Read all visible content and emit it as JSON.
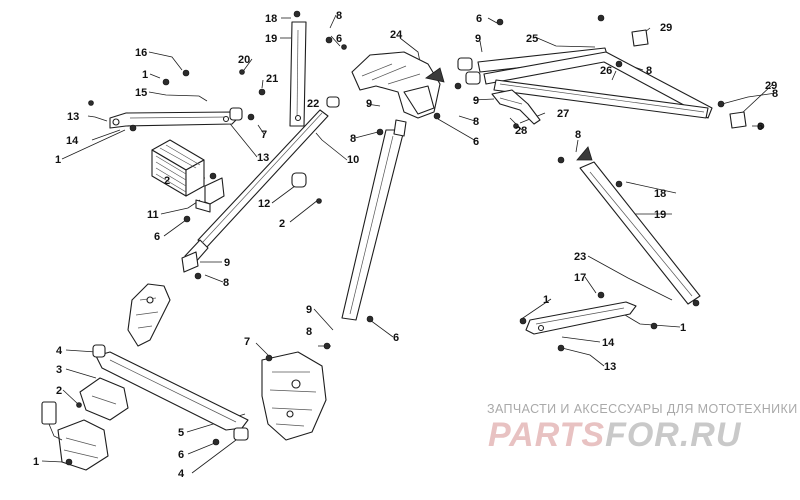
{
  "diagram": {
    "watermark_caption": "ЗАПЧАСТИ И АКСЕССУАРЫ ДЛЯ МОТОТЕХНИКИ",
    "watermark_logo_left": "PARTS",
    "watermark_logo_right": "FOR.RU",
    "callouts": [
      {
        "id": "c1",
        "text": "18"
      },
      {
        "id": "c2",
        "text": "8"
      },
      {
        "id": "c3",
        "text": "6"
      },
      {
        "id": "c4",
        "text": "29"
      },
      {
        "id": "c5",
        "text": "24"
      },
      {
        "id": "c6",
        "text": "9"
      },
      {
        "id": "c7",
        "text": "25"
      },
      {
        "id": "c8",
        "text": "19"
      },
      {
        "id": "c9",
        "text": "6"
      },
      {
        "id": "c10",
        "text": "16"
      },
      {
        "id": "c11",
        "text": "20"
      },
      {
        "id": "c12",
        "text": "1"
      },
      {
        "id": "c13",
        "text": "21"
      },
      {
        "id": "c14",
        "text": "15"
      },
      {
        "id": "c15",
        "text": "8"
      },
      {
        "id": "c16",
        "text": "26"
      },
      {
        "id": "c17",
        "text": "8"
      },
      {
        "id": "c18",
        "text": "29"
      },
      {
        "id": "c19",
        "text": "22"
      },
      {
        "id": "c20",
        "text": "9"
      },
      {
        "id": "c21",
        "text": "13"
      },
      {
        "id": "c22",
        "text": "14"
      },
      {
        "id": "c23",
        "text": "7"
      },
      {
        "id": "c24",
        "text": "9"
      },
      {
        "id": "c25",
        "text": "27"
      },
      {
        "id": "c26",
        "text": "6"
      },
      {
        "id": "c27",
        "text": "8"
      },
      {
        "id": "c28",
        "text": "28"
      },
      {
        "id": "c29",
        "text": "8"
      },
      {
        "id": "c30",
        "text": "6"
      },
      {
        "id": "c31",
        "text": "1"
      },
      {
        "id": "c32",
        "text": "13"
      },
      {
        "id": "c33",
        "text": "8"
      },
      {
        "id": "c34",
        "text": "10"
      },
      {
        "id": "c35",
        "text": "2"
      },
      {
        "id": "c36",
        "text": "18"
      },
      {
        "id": "c37",
        "text": "19"
      },
      {
        "id": "c38",
        "text": "11"
      },
      {
        "id": "c39",
        "text": "12"
      },
      {
        "id": "c40",
        "text": "2"
      },
      {
        "id": "c41",
        "text": "6"
      },
      {
        "id": "c42",
        "text": "9"
      },
      {
        "id": "c43",
        "text": "8"
      },
      {
        "id": "c44",
        "text": "23"
      },
      {
        "id": "c45",
        "text": "17"
      },
      {
        "id": "c46",
        "text": "1"
      },
      {
        "id": "c47",
        "text": "9"
      },
      {
        "id": "c48",
        "text": "8"
      },
      {
        "id": "c49",
        "text": "6"
      },
      {
        "id": "c50",
        "text": "1"
      },
      {
        "id": "c51",
        "text": "4"
      },
      {
        "id": "c52",
        "text": "7"
      },
      {
        "id": "c53",
        "text": "14"
      },
      {
        "id": "c54",
        "text": "13"
      },
      {
        "id": "c55",
        "text": "3"
      },
      {
        "id": "c56",
        "text": "2"
      },
      {
        "id": "c57",
        "text": "5"
      },
      {
        "id": "c58",
        "text": "6"
      },
      {
        "id": "c59",
        "text": "4"
      },
      {
        "id": "c60",
        "text": "1"
      }
    ]
  }
}
